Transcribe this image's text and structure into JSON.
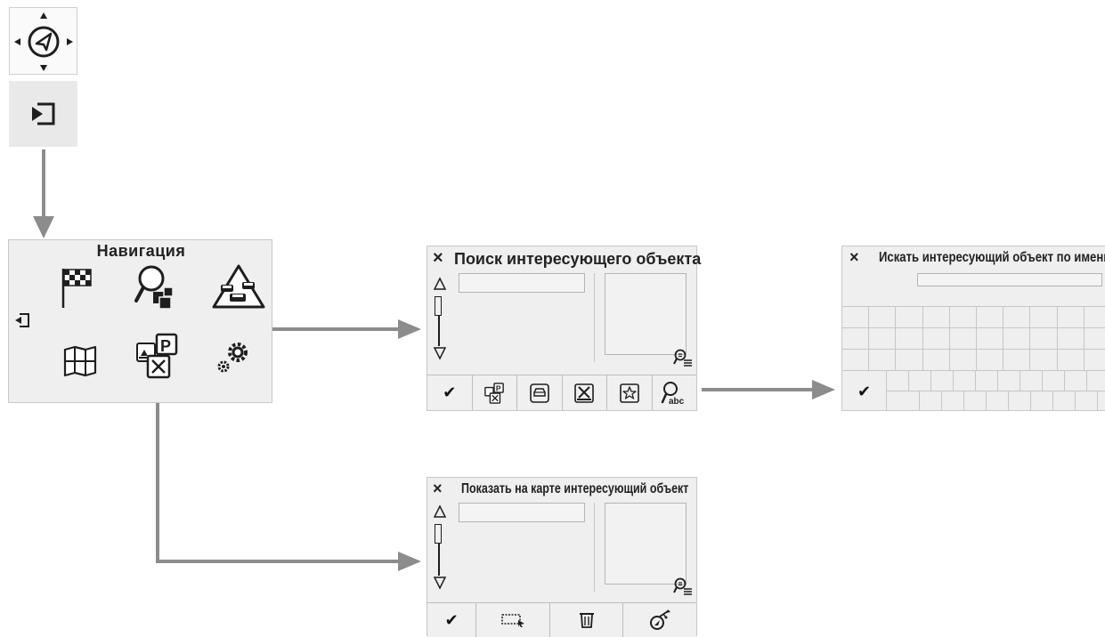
{
  "top_controls": {
    "nav_button_icon": "navigation-compass-icon",
    "enter_button_icon": "enter-arrow-icon"
  },
  "nav_menu": {
    "title": "Навигация",
    "items": [
      {
        "icon": "destination-flag-icon"
      },
      {
        "icon": "poi-search-icon"
      },
      {
        "icon": "traffic-warning-icon"
      },
      {
        "icon": "map-icon"
      },
      {
        "icon": "poi-categories-icon"
      },
      {
        "icon": "settings-gears-icon"
      }
    ],
    "back_icon": "back-arrow-icon"
  },
  "poi_search": {
    "close": "×",
    "title": "Поиск интересующего объекта",
    "toolbar": [
      {
        "icon": "check-icon",
        "label": "✔"
      },
      {
        "icon": "poi-categories-icon"
      },
      {
        "icon": "car-icon"
      },
      {
        "icon": "restaurant-icon"
      },
      {
        "icon": "favorite-star-icon"
      },
      {
        "icon": "search-by-name-icon",
        "label": "abc"
      }
    ]
  },
  "poi_by_name": {
    "close": "×",
    "title": "Искать интересующий объект по имени",
    "confirm": "✔"
  },
  "poi_on_map": {
    "close": "×",
    "title": "Показать на карте интересующий объект",
    "toolbar": [
      {
        "icon": "check-icon",
        "label": "✔"
      },
      {
        "icon": "select-area-icon"
      },
      {
        "icon": "trash-icon"
      },
      {
        "icon": "usb-icon"
      }
    ]
  },
  "colors": {
    "panel_bg": "#efefef",
    "panel_border": "#c8c8c8",
    "arrow": "#8c8c8c",
    "icon": "#1e1e1e"
  }
}
